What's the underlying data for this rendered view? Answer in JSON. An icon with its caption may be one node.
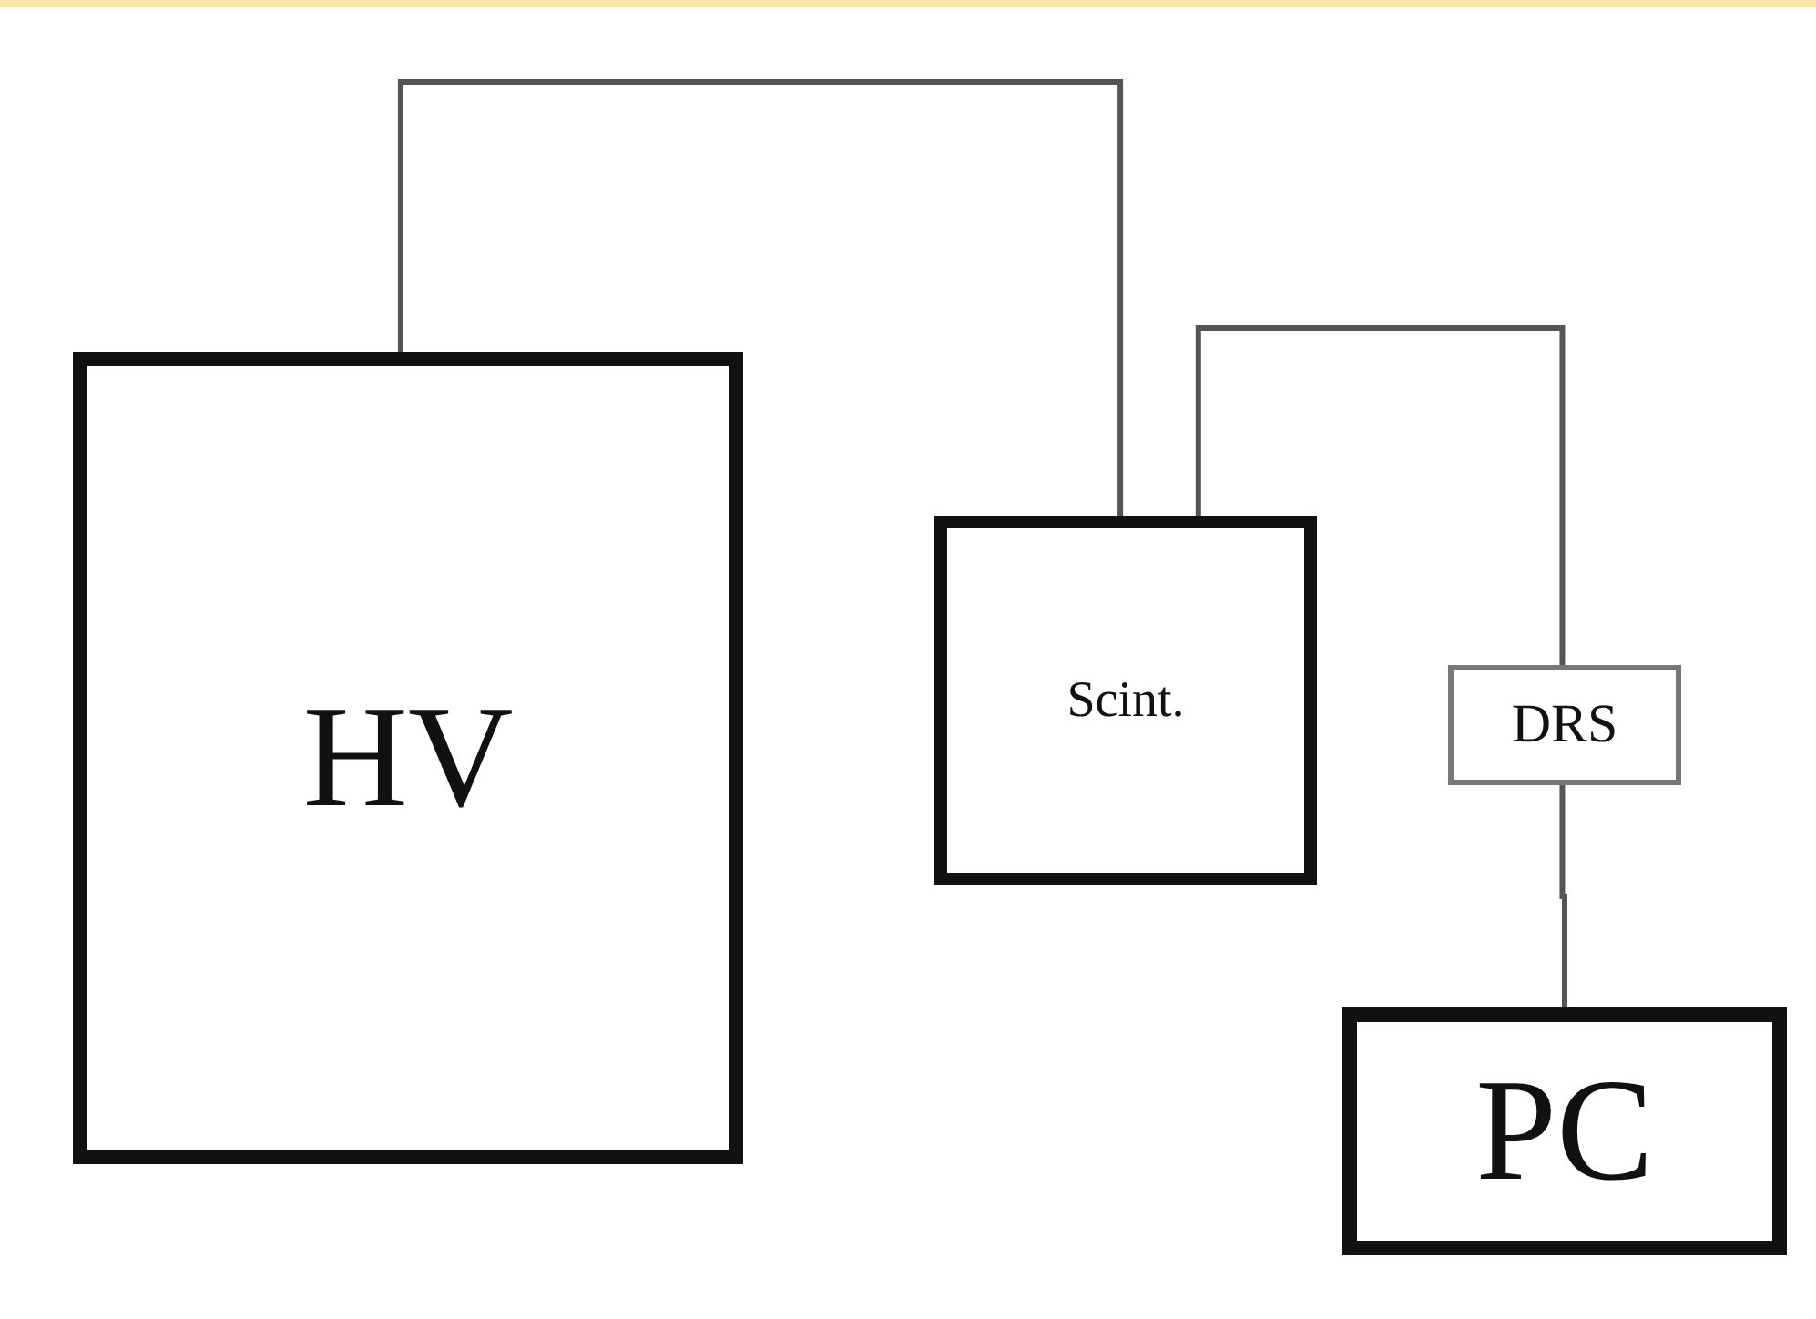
{
  "diagram": {
    "nodes": [
      {
        "text": [
          "HV"
        ]
      },
      {
        "text": [
          "Scint."
        ]
      },
      {
        "text": [
          "DRS"
        ]
      },
      {
        "text": [
          "PC"
        ]
      }
    ],
    "edges": [
      {
        "from": 0,
        "to": 1,
        "arrow": "none"
      },
      {
        "from": 1,
        "to": 2,
        "arrow": "none"
      },
      {
        "from": 2,
        "to": 3,
        "arrow": "none"
      }
    ]
  }
}
